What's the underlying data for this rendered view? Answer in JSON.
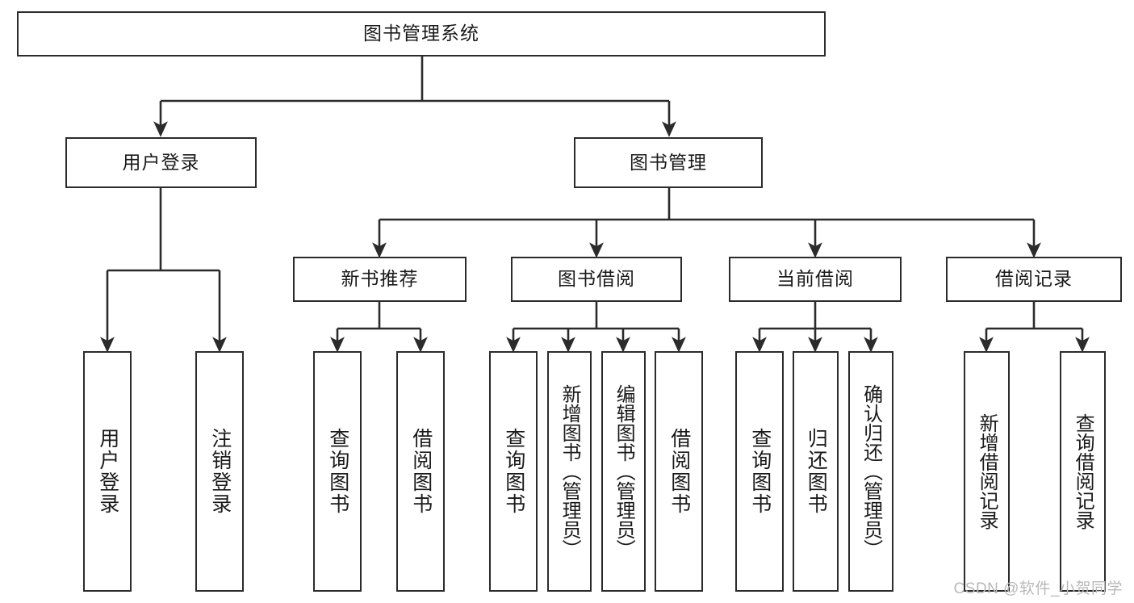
{
  "diagram": {
    "title": "图书管理系统",
    "type": "tree-hierarchy",
    "colors": {
      "stroke": "#2b2b2b",
      "fill": "#ffffff",
      "text": "#1a1a1a",
      "watermark": "#b9b9b9"
    },
    "nodes": {
      "root": {
        "label": "图书管理系统"
      },
      "level2": [
        {
          "label": "用户登录"
        },
        {
          "label": "图书管理"
        }
      ],
      "level3": [
        {
          "label": "新书推荐"
        },
        {
          "label": "图书借阅"
        },
        {
          "label": "当前借阅"
        },
        {
          "label": "借阅记录"
        }
      ],
      "leaves": {
        "user_login": [
          {
            "label": "用户登录"
          },
          {
            "label": "注销登录"
          }
        ],
        "new_book_recommend": [
          {
            "label": "查询图书"
          },
          {
            "label": "借阅图书"
          }
        ],
        "book_borrow": [
          {
            "label": "查询图书"
          },
          {
            "label": "新增图书（管理员）"
          },
          {
            "label": "编辑图书（管理员）"
          },
          {
            "label": "借阅图书"
          }
        ],
        "current_borrow": [
          {
            "label": "查询图书"
          },
          {
            "label": "归还图书"
          },
          {
            "label": "确认归还（管理员）"
          }
        ],
        "borrow_record": [
          {
            "label": "新增借阅记录"
          },
          {
            "label": "查询借阅记录"
          }
        ]
      }
    },
    "watermark": "CSDN @软件_小贺同学"
  }
}
